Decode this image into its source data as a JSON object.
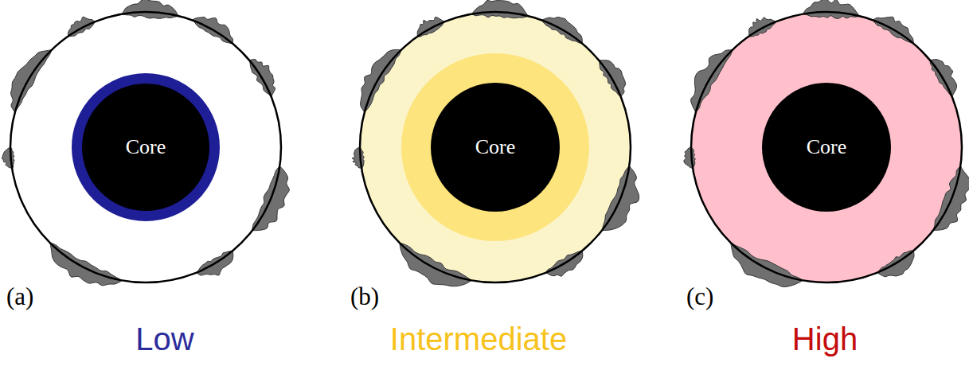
{
  "diagram": {
    "nodes": [
      {
        "text": [
          "Core"
        ]
      },
      {
        "text": [
          "Core"
        ]
      },
      {
        "text": [
          "Core"
        ]
      }
    ],
    "labels": [
      "(a)",
      "(b)",
      "(c)",
      "Low",
      "Intermediate",
      "High"
    ]
  }
}
